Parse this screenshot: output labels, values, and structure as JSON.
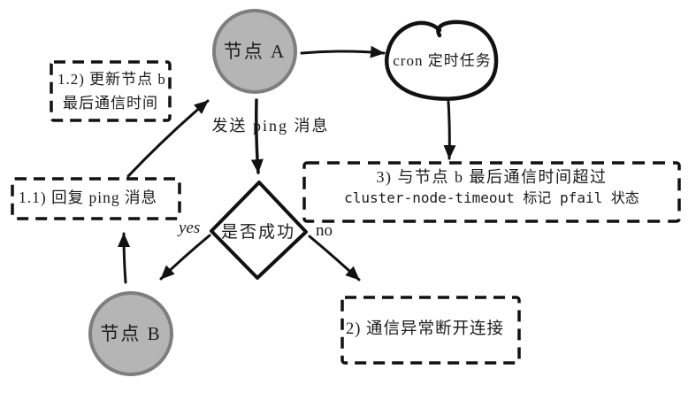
{
  "diagram": {
    "nodes": {
      "node_a": {
        "label": "节点 A",
        "shape": "circle"
      },
      "node_b": {
        "label": "节点 B",
        "shape": "circle"
      },
      "cron_task": {
        "label": "cron 定时任务",
        "shape": "cloud"
      },
      "decision": {
        "label": "是否成功",
        "shape": "diamond"
      },
      "box_update": {
        "line1": "1.2) 更新节点 b",
        "line2": "最后通信时间",
        "shape": "dashed-box"
      },
      "box_reply": {
        "label": "1.1) 回复 ping 消息",
        "shape": "dashed-box"
      },
      "box_disconnect": {
        "label": "2) 通信异常断开连接",
        "shape": "dashed-box"
      },
      "box_pfail": {
        "line1": "3) 与节点 b 最后通信时间超过",
        "line2": "cluster-node-timeout 标记 pfail 状态",
        "shape": "dashed-box"
      }
    },
    "edges": {
      "send_ping": {
        "label": "发送 ping 消息",
        "from": "node_a",
        "to": "decision"
      },
      "yes_branch": {
        "label": "yes",
        "from": "decision",
        "to": "node_b"
      },
      "no_branch": {
        "label": "no",
        "from": "decision",
        "to": "box_disconnect"
      },
      "a_to_cron": {
        "label": "",
        "from": "node_a",
        "to": "cron_task"
      },
      "cron_to_pfail": {
        "label": "",
        "from": "cron_task",
        "to": "box_pfail"
      },
      "reply_to_a": {
        "label": "",
        "from": "box_reply",
        "to": "node_a"
      },
      "b_to_reply": {
        "label": "",
        "from": "node_b",
        "to": "box_reply"
      }
    },
    "colors": {
      "node_fill": "#b5b5b5",
      "node_stroke": "#7e7e7e",
      "ink": "#111111",
      "background": "#ffffff"
    }
  }
}
